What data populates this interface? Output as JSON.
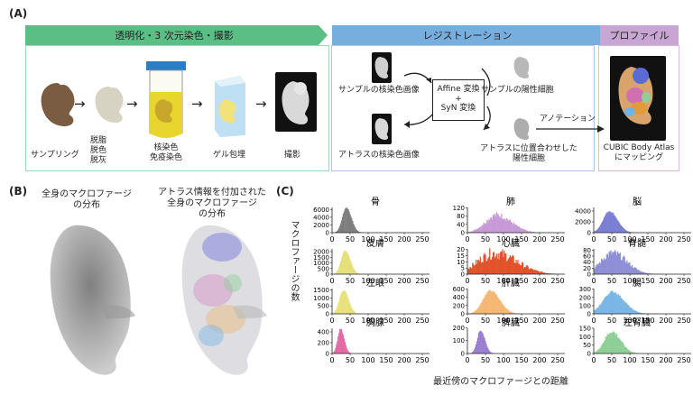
{
  "panels": {
    "a": "(A)",
    "b": "(B)",
    "c": "(C)"
  },
  "banners": {
    "clearing": "透明化・3 次元染色・撮影",
    "registration": "レジストレーション",
    "profile": "プロファイル"
  },
  "clearing_steps": {
    "sampling": "サンプリング",
    "delip": "脱脂\n脱色\n脱灰",
    "stain": "核染色\n免疫染色",
    "gel": "ゲル包埋",
    "imaging": "撮影"
  },
  "registration": {
    "sample_nuclei": "サンプルの核染色画像",
    "atlas_nuclei": "アトラスの核染色画像",
    "transform_1": "Affine 変換",
    "plus": "+",
    "transform_2": "SyN 変換",
    "sample_positive": "サンプルの陽性細胞",
    "aligned_positive": "アトラスに位置合わせした\n陽性細胞",
    "annotation": "アノテーション"
  },
  "profile": {
    "caption": "CUBIC Body Atlas\nにマッピング"
  },
  "panel_b": {
    "left_title": "全身のマクロファージ\nの分布",
    "right_title": "アトラス情報を付加された\n全身のマクロファージ\nの分布"
  },
  "chart_data": {
    "type": "bar",
    "ylabel": "マクロファージの数",
    "xlabel": "最近傍のマクロファージとの距離",
    "x_ticks": [
      0,
      50,
      100,
      150,
      200,
      250
    ],
    "xlim": [
      0,
      270
    ],
    "panels": [
      {
        "title": "骨",
        "color": "#7f7f7f",
        "yticks": [
          0,
          2000,
          4000,
          6000
        ],
        "ymax": 7000,
        "peak_x": 38,
        "peak_y": 6500,
        "spread": 14,
        "noise": 0.05
      },
      {
        "title": "肺",
        "color": "#c79ad6",
        "yticks": [
          0,
          40,
          80,
          120
        ],
        "ymax": 130,
        "peak_x": 80,
        "peak_y": 85,
        "spread": 40,
        "noise": 0.35
      },
      {
        "title": "脳",
        "color": "#7b7fd4",
        "yticks": [
          0,
          2000,
          4000
        ],
        "ymax": 5000,
        "peak_x": 42,
        "peak_y": 4000,
        "spread": 22,
        "noise": 0.08
      },
      {
        "title": "皮膚",
        "color": "#e6e07a",
        "yticks": [
          0,
          500,
          1000,
          1500,
          2000
        ],
        "ymax": 2400,
        "peak_x": 35,
        "peak_y": 2100,
        "spread": 14,
        "noise": 0.06
      },
      {
        "title": "心臓",
        "color": "#e2532a",
        "yticks": [
          0,
          5,
          10,
          15,
          20
        ],
        "ymax": 22,
        "peak_x": 75,
        "peak_y": 17,
        "spread": 60,
        "noise": 0.6
      },
      {
        "title": "脊髄",
        "color": "#8e8fd6",
        "yticks": [
          0,
          20,
          40,
          60,
          80
        ],
        "ymax": 90,
        "peak_x": 50,
        "peak_y": 70,
        "spread": 40,
        "noise": 0.4
      },
      {
        "title": "左眼",
        "color": "#e9e27c",
        "yticks": [
          0,
          500,
          1000,
          1500
        ],
        "ymax": 1700,
        "peak_x": 30,
        "peak_y": 1500,
        "spread": 14,
        "noise": 0.08
      },
      {
        "title": "肝臓",
        "color": "#f5b874",
        "yticks": [
          0,
          200,
          400,
          600
        ],
        "ymax": 650,
        "peak_x": 62,
        "peak_y": 560,
        "spread": 26,
        "noise": 0.08
      },
      {
        "title": "腸",
        "color": "#7ab6e6",
        "yticks": [
          0,
          100,
          200,
          300
        ],
        "ymax": 330,
        "peak_x": 50,
        "peak_y": 270,
        "spread": 32,
        "noise": 0.12
      },
      {
        "title": "胸腺",
        "color": "#e46aa6",
        "yticks": [
          0,
          200,
          400
        ],
        "ymax": 500,
        "peak_x": 22,
        "peak_y": 450,
        "spread": 10,
        "noise": 0.08
      },
      {
        "title": "脾臓",
        "color": "#9a7fcf",
        "yticks": [
          0,
          100,
          200
        ],
        "ymax": 210,
        "peak_x": 35,
        "peak_y": 180,
        "spread": 12,
        "noise": 0.1
      },
      {
        "title": "左腎臓",
        "color": "#8fcf97",
        "yticks": [
          0,
          50,
          100,
          150
        ],
        "ymax": 160,
        "peak_x": 48,
        "peak_y": 130,
        "spread": 25,
        "noise": 0.2
      }
    ]
  }
}
